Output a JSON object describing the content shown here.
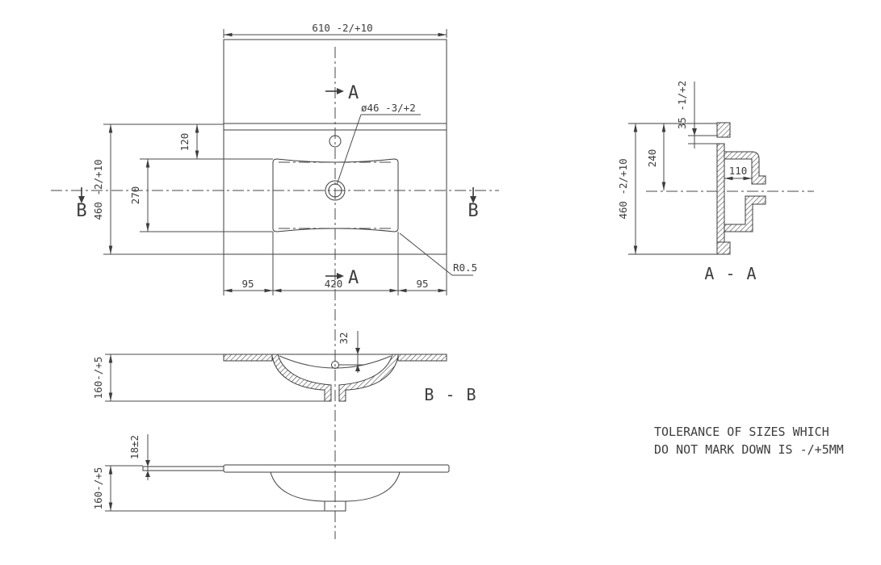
{
  "drawing": {
    "background_color": "#ffffff",
    "line_color": "#3d3d3d",
    "text_color": "#3d3d3d",
    "plan_view": {
      "dim_width": "610 -2/+10",
      "dim_height": "460 -2/+10",
      "dim_ledge": "120",
      "dim_basin_depth": "270",
      "dim_bottom_left": "95",
      "dim_bottom_center": "420",
      "dim_bottom_right": "95",
      "dim_faucet_hole": "ø46 -3/+2",
      "dim_corner_radius": "R0.5",
      "section_marker_a": "A",
      "section_marker_b": "B"
    },
    "section_aa": {
      "title": "A - A",
      "dim_height": "460 -2/+10",
      "dim_half": "240",
      "dim_depth": "110",
      "dim_rim": "35 -1/+2"
    },
    "section_bb": {
      "title": "B - B",
      "dim_height": "160-/+5",
      "dim_overflow": "32"
    },
    "front_view": {
      "dim_thickness": "18±2",
      "dim_height": "160-/+5"
    },
    "note": {
      "line1": "TOLERANCE OF SIZES WHICH",
      "line2": "DO NOT MARK DOWN IS -/+5MM"
    }
  }
}
